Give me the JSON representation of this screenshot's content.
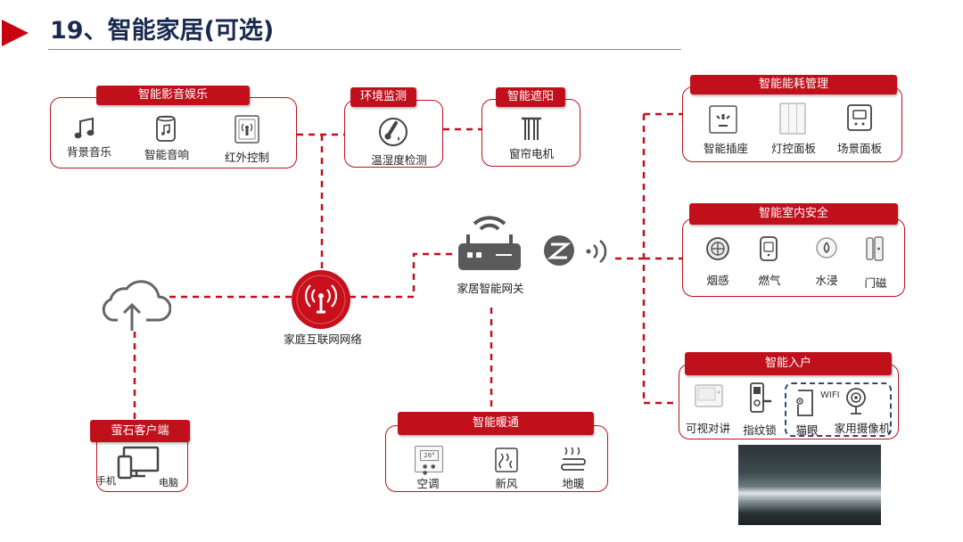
{
  "title": "19、智能家居(可选)",
  "colors": {
    "accent": "#c0101c",
    "title": "#1a2a4f",
    "dashed_group": "#2a4a7a"
  },
  "groups": {
    "av": {
      "tag": "智能影音娱乐",
      "items": [
        {
          "label": "背景音乐",
          "icon": "music-note-icon"
        },
        {
          "label": "智能音响",
          "icon": "smart-speaker-icon"
        },
        {
          "label": "红外控制",
          "icon": "ir-remote-icon"
        }
      ]
    },
    "env": {
      "tag": "环境监测",
      "items": [
        {
          "label": "温湿度检测",
          "icon": "thermometer-icon"
        }
      ]
    },
    "shade": {
      "tag": "智能遮阳",
      "items": [
        {
          "label": "窗帘电机",
          "icon": "curtain-icon"
        }
      ]
    },
    "energy": {
      "tag": "智能能耗管理",
      "items": [
        {
          "label": "智能插座",
          "icon": "socket-icon"
        },
        {
          "label": "灯控面板",
          "icon": "light-switch-icon"
        },
        {
          "label": "场景面板",
          "icon": "scene-panel-icon"
        }
      ]
    },
    "security": {
      "tag": "智能室内安全",
      "items": [
        {
          "label": "烟感",
          "icon": "smoke-detector-icon"
        },
        {
          "label": "燃气",
          "icon": "gas-detector-icon"
        },
        {
          "label": "水浸",
          "icon": "water-leak-icon"
        },
        {
          "label": "门磁",
          "icon": "door-sensor-icon"
        }
      ]
    },
    "entry": {
      "tag": "智能入户",
      "items": [
        {
          "label": "可视对讲",
          "icon": "video-intercom-icon"
        },
        {
          "label": "指纹锁",
          "icon": "fingerprint-lock-icon"
        },
        {
          "label": "猫眼",
          "icon": "peephole-icon"
        },
        {
          "label": "家用摄像机",
          "icon": "home-camera-icon"
        }
      ],
      "wifi": "WIFI"
    },
    "hvac": {
      "tag": "智能暖通",
      "items": [
        {
          "label": "空调",
          "icon": "ac-panel-icon",
          "display": "26°"
        },
        {
          "label": "新风",
          "icon": "fresh-air-icon"
        },
        {
          "label": "地暖",
          "icon": "floor-heating-icon"
        }
      ]
    },
    "client": {
      "tag": "萤石客户端",
      "phone": "手机",
      "pc": "电脑"
    }
  },
  "hub": {
    "network": "家庭互联网网络",
    "gateway": "家居智能网关"
  }
}
